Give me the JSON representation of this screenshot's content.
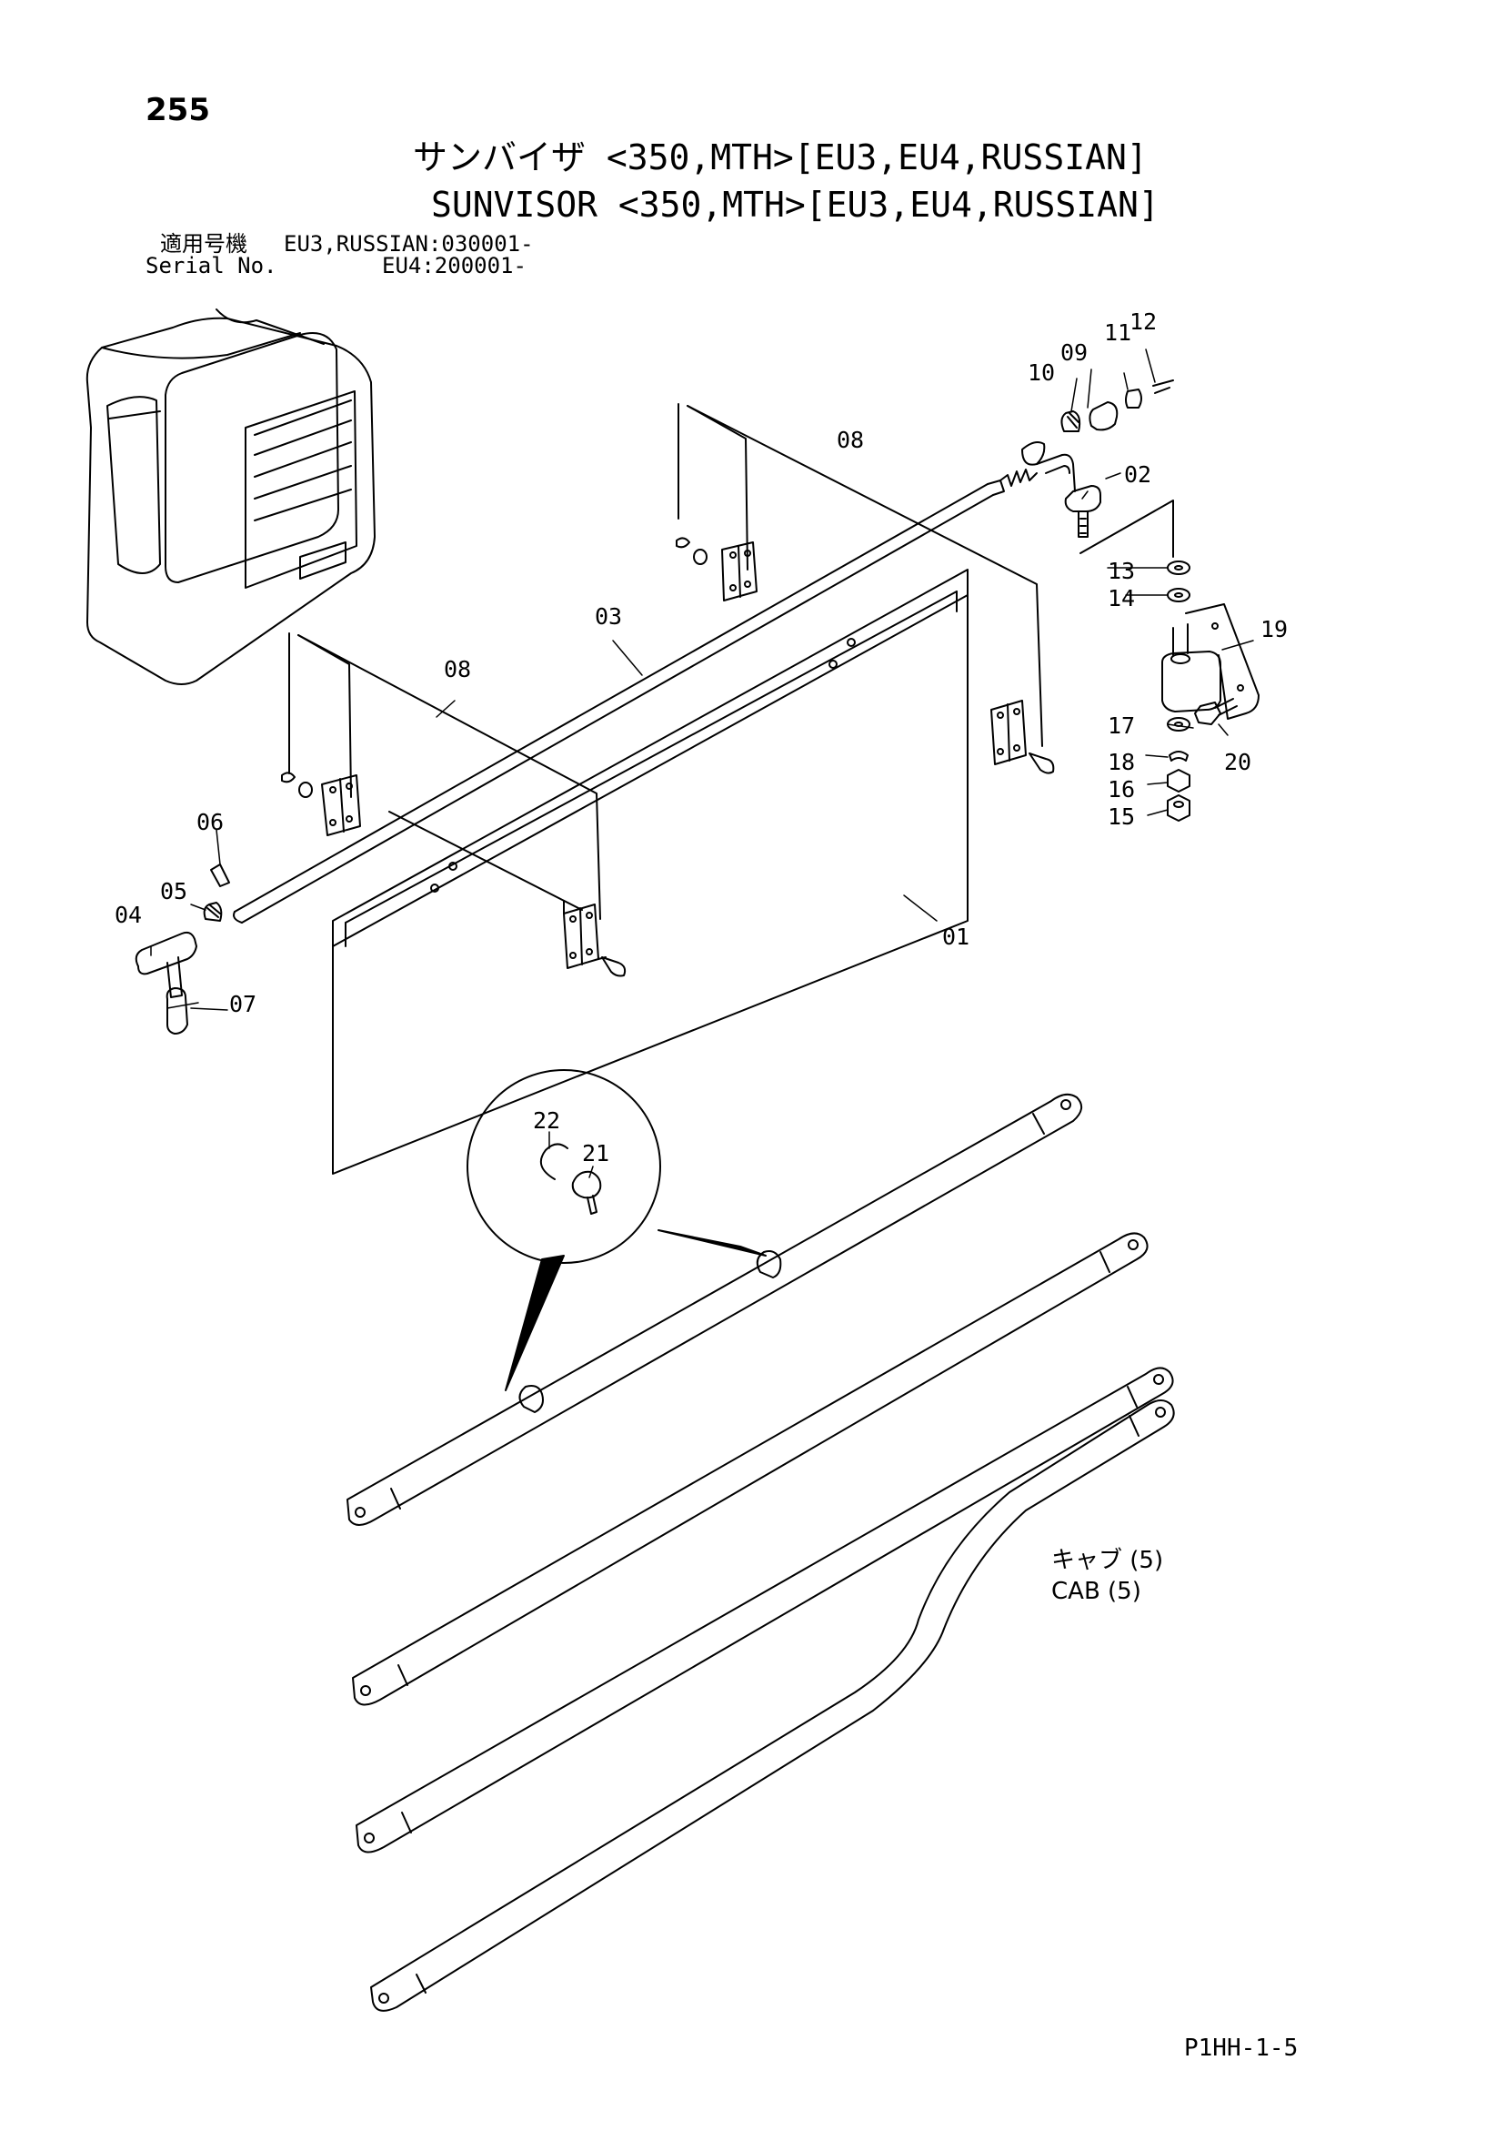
{
  "page_number": "255",
  "title": {
    "japanese": "サンバイザ <350,MTH>[EU3,EU4,RUSSIAN]",
    "english": "SUNVISOR <350,MTH>[EU3,EU4,RUSSIAN]"
  },
  "serial": {
    "label_jp": "適用号機",
    "label_en": "Serial No.",
    "line1": "EU3,RUSSIAN:030001-",
    "line2": "EU4:200001-"
  },
  "cab_reference": {
    "japanese": "キャブ (5)",
    "english": "CAB (5)"
  },
  "drawing_code": "P1HH-1-5",
  "part_labels": [
    "01",
    "02",
    "03",
    "04",
    "05",
    "06",
    "07",
    "08",
    "08",
    "09",
    "10",
    "11",
    "12",
    "13",
    "14",
    "15",
    "16",
    "17",
    "18",
    "19",
    "20",
    "21",
    "22"
  ]
}
